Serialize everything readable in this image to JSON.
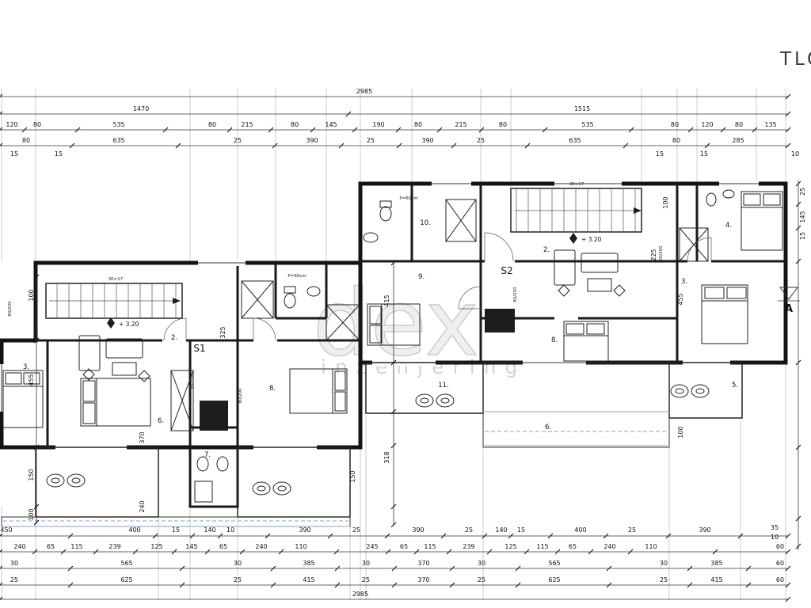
{
  "title": "TLO",
  "watermark": {
    "big": "dex",
    "small": "inženjering"
  },
  "units": {
    "s1": "S1",
    "s2": "S2"
  },
  "levels": {
    "s1": "+ 3.20",
    "s2": "+ 3.20"
  },
  "section": {
    "label": "A"
  },
  "stair_note": "30×17",
  "fixture_notes": [
    "P=60cm",
    "P=60cm"
  ],
  "door_labels": [
    "90/200",
    "80/200",
    "90/200",
    "80/200",
    "90/200",
    "80/200"
  ],
  "rooms": {
    "s1": [
      "2.",
      "3.",
      "6.",
      "7.",
      "8."
    ],
    "s2": [
      "2.",
      "3.",
      "4.",
      "5.",
      "6.",
      "8.",
      "9.",
      "10.",
      "11."
    ]
  },
  "dims": {
    "top": {
      "total": "2985",
      "halves": [
        "1470",
        "1515"
      ],
      "row3": [
        "120",
        "80",
        "535",
        "80",
        "215",
        "80",
        "145",
        "190",
        "80",
        "215",
        "80",
        "535",
        "80",
        "120",
        "80",
        "135"
      ],
      "row4": [
        "80",
        "635",
        "25",
        "390",
        "25",
        "390",
        "25",
        "635",
        "80",
        "285"
      ],
      "row5": [
        "15",
        "15",
        "15",
        "15",
        "10"
      ]
    },
    "bottom": {
      "row1": [
        "450",
        "400",
        "15",
        "140",
        "10",
        "390",
        "25",
        "390",
        "25",
        "140",
        "15",
        "400",
        "25",
        "390",
        "35",
        "10"
      ],
      "row2": [
        "240",
        "65",
        "115",
        "239",
        "125",
        "145",
        "65",
        "240",
        "110",
        "245",
        "65",
        "115",
        "239",
        "125",
        "115",
        "65",
        "240",
        "110",
        "60"
      ],
      "row3": [
        "30",
        "565",
        "30",
        "385",
        "30",
        "370",
        "30",
        "565",
        "30",
        "385",
        "60"
      ],
      "row4": [
        "25",
        "625",
        "25",
        "415",
        "25",
        "370",
        "25",
        "625",
        "25",
        "415",
        "60"
      ],
      "total": "2985"
    },
    "left": [
      "100",
      "455",
      "150",
      "100"
    ],
    "right": [
      "25",
      "145",
      "15",
      "100",
      "225"
    ],
    "inner": [
      "415",
      "318",
      "150",
      "325",
      "370",
      "240",
      "455",
      "100"
    ]
  }
}
